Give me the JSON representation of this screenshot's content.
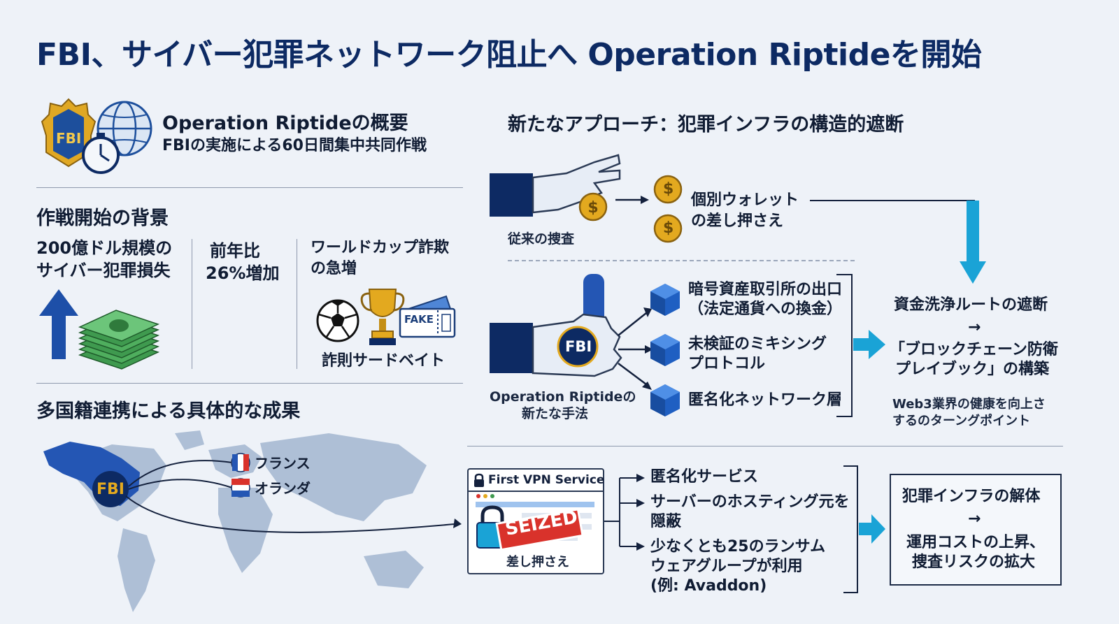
{
  "title": "FBI、サイバー犯罪ネットワーク阻止へ Operation Riptideを開始",
  "overview": {
    "heading": "Operation Riptideの概要",
    "subtitle": "FBIの実施による60日間集中共同作戦",
    "badge_text": "FBI"
  },
  "background": {
    "heading": "作戦開始の背景",
    "col1_line1": "200億ドル規模の",
    "col1_line2": "サイバー犯罪損失",
    "col2_line1": "前年比",
    "col2_line2": "26%増加",
    "col3_line1": "ワールドカップ詐欺",
    "col3_line2": "の急増",
    "fake_label": "FAKE",
    "bait_label": "詐則サードベイト"
  },
  "results": {
    "heading": "多国籍連携による具体的な成果",
    "map_badge": "FBI",
    "france": "フランス",
    "netherlands": "オランダ"
  },
  "approach": {
    "heading": "新たなアプローチ：犯罪インフラの構造的遮断",
    "traditional_label": "従来の捜査",
    "wallet_line1": "個別ウォレット",
    "wallet_line2": "の差し押さえ",
    "coin_symbol": "$",
    "new_badge": "FBI",
    "new_label_line1": "Operation Riptideの",
    "new_label_line2": "新たな手法",
    "target1_line1": "暗号資産取引所の出口",
    "target1_line2": "（法定通貨への換金）",
    "target2_line1": "未検証のミキシング",
    "target2_line2": "プロトコル",
    "target3": "匿名化ネットワーク層",
    "outcome_line1": "資金洗浄ルートの遮断",
    "outcome_arrow": "→",
    "outcome_line2": "「ブロックチェーン防衛",
    "outcome_line3": "プレイブック」の構築",
    "note_line1": "Web3業界の健康を向上さ",
    "note_line2": "するのターングポイント"
  },
  "vpn": {
    "service_name": "First VPN Service",
    "seized_label": "SEIZED",
    "seized_caption": "差し押さえ",
    "item1": "匿名化サービス",
    "item2_line1": "サーバーのホスティング元を",
    "item2_line2": "隠蔽",
    "item3_line1": "少なくとも25のランサム",
    "item3_line2": "ウェアグループが利用",
    "item3_line3": "(例: Avaddon)",
    "result_line1": "犯罪インフラの解体",
    "result_arrow": "→",
    "result_line2": "運用コストの上昇、",
    "result_line3": "捜査リスクの拡大"
  },
  "colors": {
    "navy": "#0d2a63",
    "accent_blue": "#1aa3d6",
    "money_green": "#3f9a4f",
    "seized_red": "#d9322b",
    "gold": "#e3a91f"
  }
}
